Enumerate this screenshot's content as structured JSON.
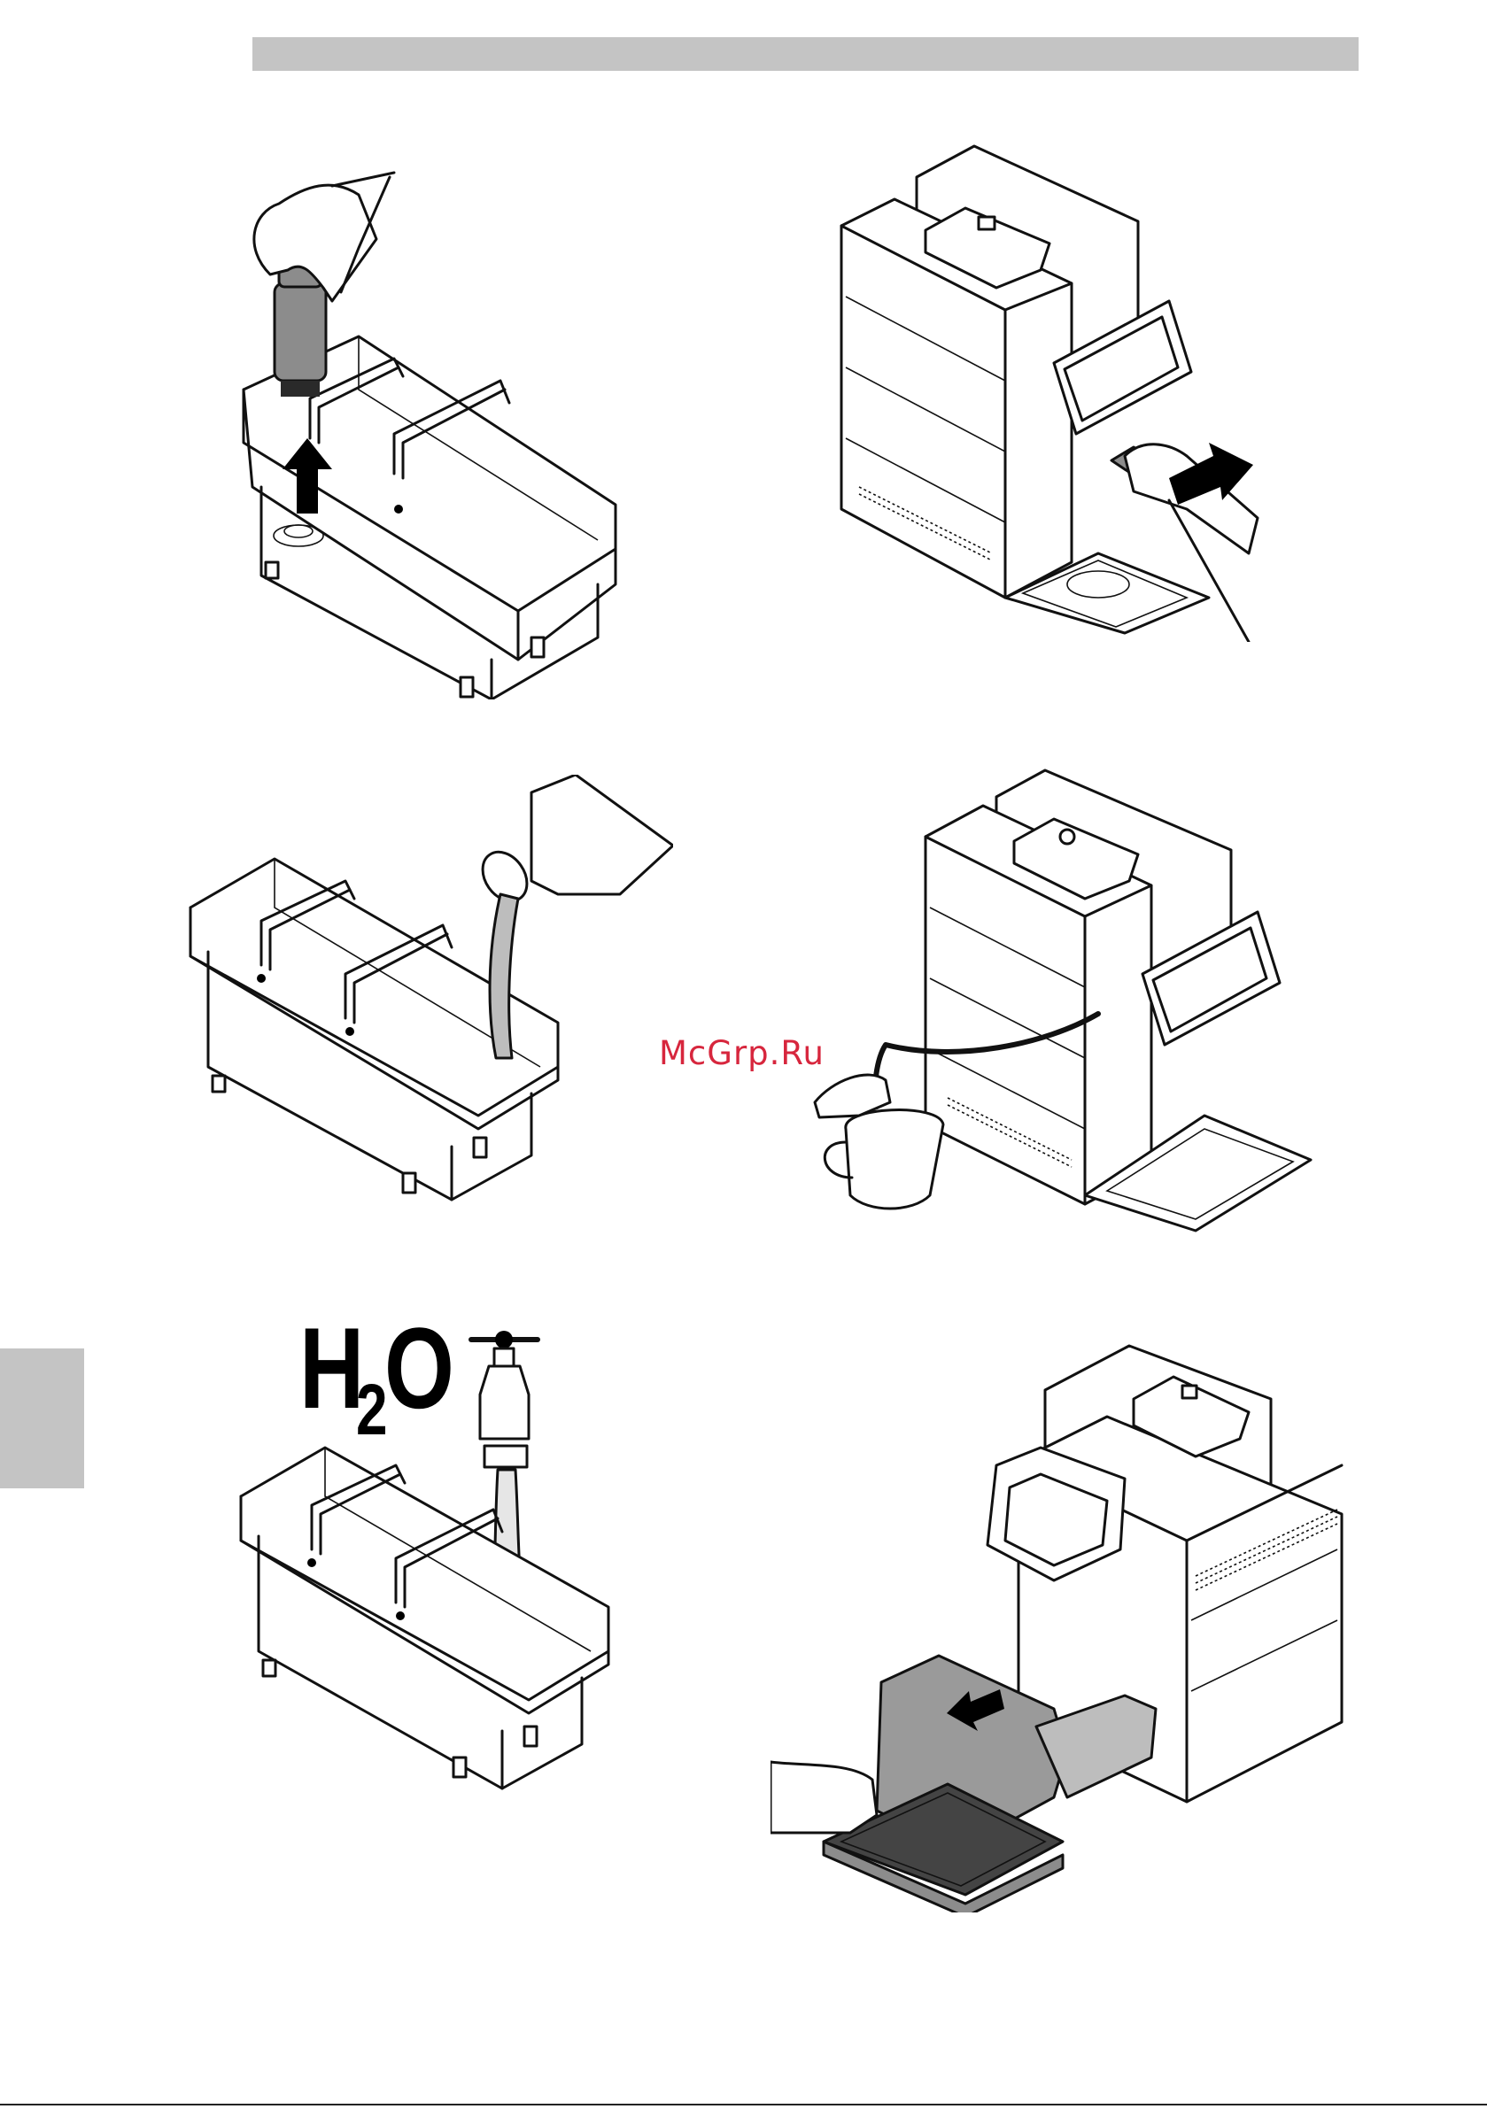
{
  "header": {
    "bar_color": "#c4c4c4"
  },
  "side_tab": {
    "color": "#c4c4c4"
  },
  "watermark": {
    "text": "McGrp.Ru",
    "color": "#d7263d"
  },
  "h2o_label": {
    "h": "H",
    "sub": "2",
    "o": "O"
  },
  "illustrations": [
    {
      "icon": "filter-cartridge-removal-icon"
    },
    {
      "icon": "machine-dispenser-press-icon"
    },
    {
      "icon": "pouring-descaler-icon"
    },
    {
      "icon": "machine-milk-tube-jug-icon"
    },
    {
      "icon": "water-tank-faucet-fill-icon"
    },
    {
      "icon": "machine-drip-tray-removal-icon"
    }
  ]
}
